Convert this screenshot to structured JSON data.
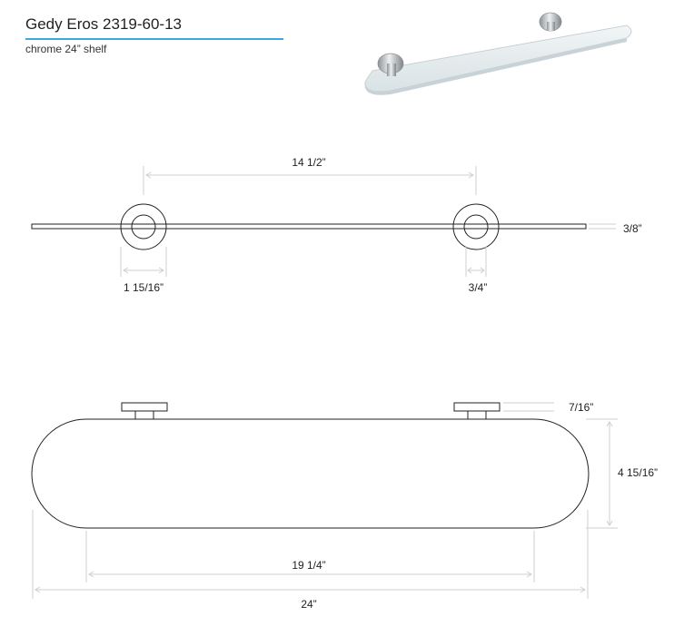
{
  "header": {
    "title": "Gedy Eros 2319-60-13",
    "subtitle": "chrome 24” shelf"
  },
  "dimensions": {
    "bracket_spacing": "14 1/2”",
    "glass_thickness": "3/8”",
    "bracket_diameter": "1 15/16”",
    "bracket_depth": "3/4”",
    "bracket_height": "7/16”",
    "shelf_depth": "4 15/16”",
    "inner_width": "19 1/4”",
    "overall_width": "24”"
  },
  "colors": {
    "accent_rule": "#3aa9e0",
    "dimension_line": "#cfcfcf",
    "outline": "#222222"
  }
}
